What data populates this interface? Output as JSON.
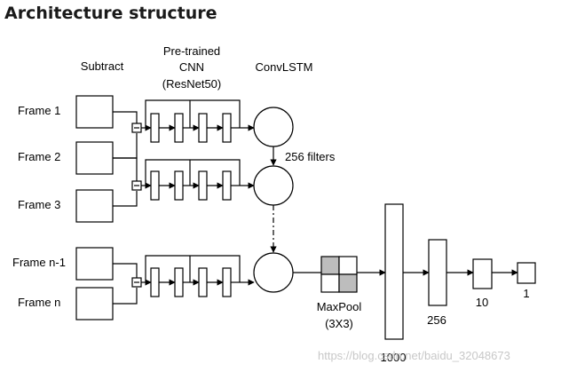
{
  "title": "Architecture structure",
  "columns": {
    "subtract": "Subtract",
    "cnn_line1": "Pre-trained",
    "cnn_line2": "CNN",
    "cnn_line3": "(ResNet50)",
    "convlstm": "ConvLSTM"
  },
  "frames": [
    "Frame 1",
    "Frame 2",
    "Frame 3",
    "Frame n-1",
    "Frame n"
  ],
  "filters_label": "256 filters",
  "maxpool": {
    "line1": "MaxPool",
    "line2": "(3X3)"
  },
  "dense_layers": [
    "1000",
    "256",
    "10",
    "1"
  ],
  "watermark": "https://blog.csdn.net/baidu_32048673",
  "colors": {
    "pool_fill": "#bdbdbd",
    "line": "#000000"
  }
}
